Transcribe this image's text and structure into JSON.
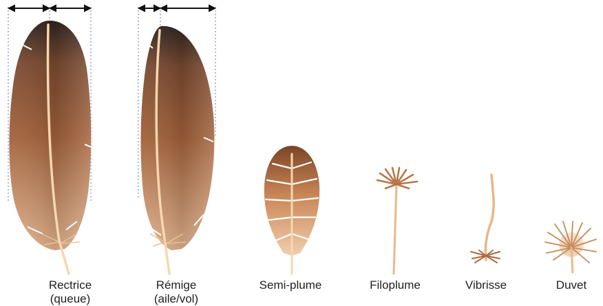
{
  "feathers": [
    {
      "id": "rectrice",
      "label": "Rectrice",
      "sublabel": "(queue)"
    },
    {
      "id": "remige",
      "label": "Rémige",
      "sublabel": "(aile/vol)"
    },
    {
      "id": "semi-plume",
      "label": "Semi-plume",
      "sublabel": ""
    },
    {
      "id": "filoplume",
      "label": "Filoplume",
      "sublabel": ""
    },
    {
      "id": "vibrisse",
      "label": "Vibrisse",
      "sublabel": ""
    },
    {
      "id": "duvet",
      "label": "Duvet",
      "sublabel": ""
    }
  ],
  "colors": {
    "vane_dark": "#3a2a22",
    "vane_mid": "#9c5a34",
    "vane_light": "#d8a37a",
    "rachis": "#f6d7b0",
    "guide_line": "#9aa3c7",
    "arrow": "#111111"
  }
}
